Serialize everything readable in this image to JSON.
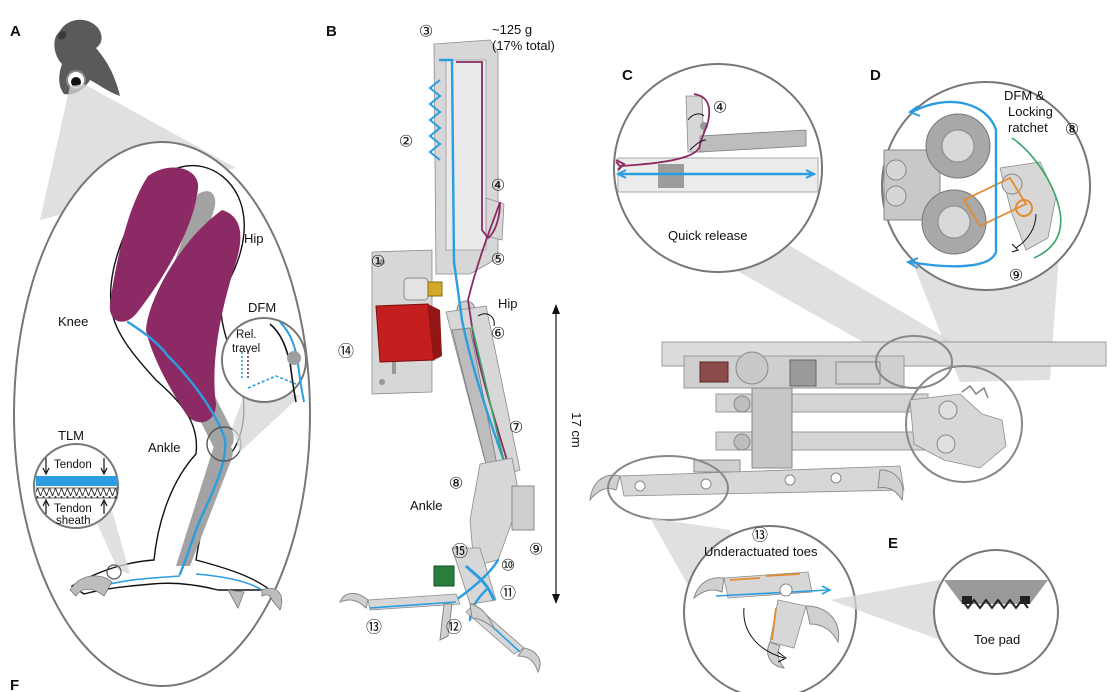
{
  "panels": {
    "a": "A",
    "b": "B",
    "c": "C",
    "d": "D",
    "e": "E",
    "f": "F"
  },
  "panel_a": {
    "hip": "Hip",
    "knee": "Knee",
    "ankle": "Ankle",
    "dfm": "DFM",
    "rel_travel_1": "Rel.",
    "rel_travel_2": "travel",
    "tlm": "TLM",
    "tendon": "Tendon",
    "tendon_sheath_1": "Tendon",
    "tendon_sheath_2": "sheath"
  },
  "panel_b": {
    "mass_1": "~125 g",
    "mass_2": "(17% total)",
    "hip": "Hip",
    "ankle": "Ankle",
    "length": "17 cm",
    "numbers": [
      "①",
      "②",
      "③",
      "④",
      "⑤",
      "⑥",
      "⑦",
      "⑧",
      "⑨",
      "⑩",
      "⑪",
      "⑫",
      "⑬",
      "⑭",
      "⑮"
    ]
  },
  "panel_c": {
    "caption": "Quick release",
    "num": "④"
  },
  "panel_d": {
    "label_1": "DFM &",
    "label_2": "Locking",
    "label_3": "ratchet",
    "num_8": "⑧",
    "num_9": "⑨"
  },
  "panel_e": {
    "toes_num": "⑬",
    "toes_label": "Underactuated toes",
    "toe_pad": "Toe pad"
  },
  "colors": {
    "muscle": "#8b2a64",
    "tendon": "#2c9de0",
    "bone": "#9e9e9e",
    "servo": "#c41e1e",
    "ratchet_link": "#e38b2f",
    "lock_wire": "#3aa56a"
  }
}
